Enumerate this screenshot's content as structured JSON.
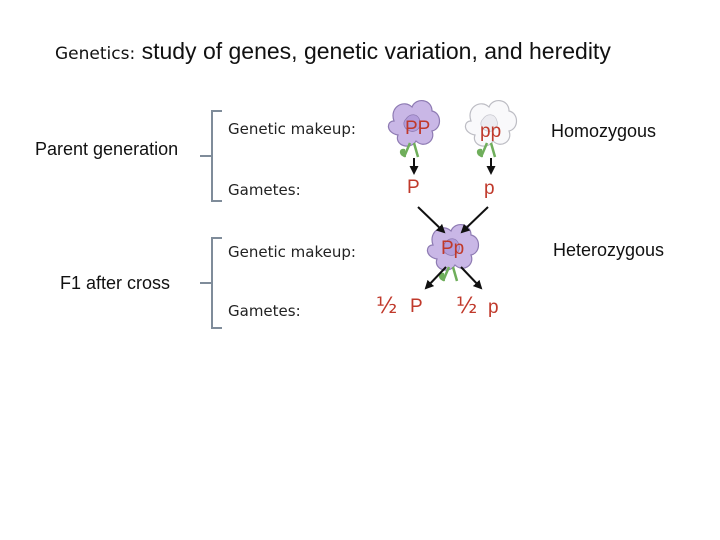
{
  "title": {
    "prefix": "Genetics:",
    "rest": " study of genes, genetic variation, and heredity"
  },
  "parent": {
    "label": "Parent generation",
    "makeup_label": "Genetic makeup:",
    "gametes_label": "Gametes:",
    "genotypes": [
      "PP",
      "pp"
    ],
    "gametes": [
      "P",
      "p"
    ],
    "zygosity": "Homozygous",
    "flowers": [
      "purple flower",
      "white flower"
    ]
  },
  "f1": {
    "label": "F1 after cross",
    "makeup_label": "Genetic makeup:",
    "gametes_label": "Gametes:",
    "genotype": "Pp",
    "zygosity": "Heterozygous",
    "gametes": [
      {
        "fraction": "½",
        "allele": "P"
      },
      {
        "fraction": "½",
        "allele": "p"
      }
    ],
    "flowers": [
      "purple flower"
    ]
  },
  "colors": {
    "allele_text": "#c0392b",
    "bracket": "#7f8c9a",
    "purple_petal": "#c9b7e6",
    "purple_stroke": "#8e7bb3",
    "white_petal": "#f9f9fb",
    "white_stroke": "#bdbdc4",
    "leaf": "#6fae5b"
  }
}
